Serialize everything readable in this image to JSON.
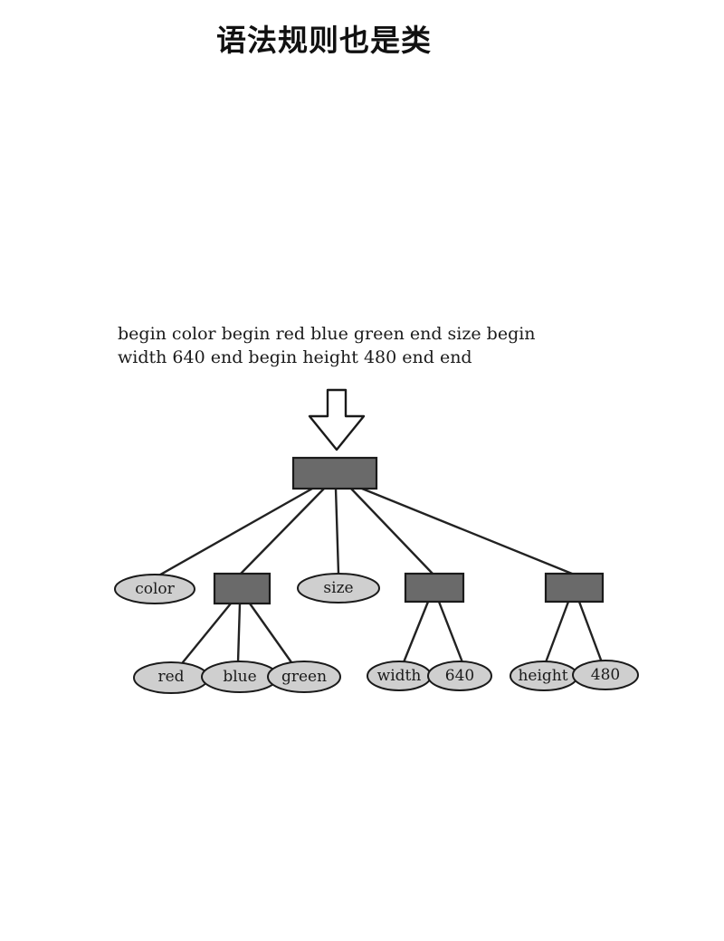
{
  "title": "语法规则也是类",
  "source_text": {
    "line1": "begin color begin red blue green end size begin",
    "line2": "width 640 end begin height 480 end end"
  },
  "tree": {
    "root": "box",
    "children": [
      {
        "kind": "ellipse",
        "label": "color"
      },
      {
        "kind": "box",
        "children": [
          {
            "kind": "ellipse",
            "label": "red"
          },
          {
            "kind": "ellipse",
            "label": "blue"
          },
          {
            "kind": "ellipse",
            "label": "green"
          }
        ]
      },
      {
        "kind": "ellipse",
        "label": "size"
      },
      {
        "kind": "box",
        "children": [
          {
            "kind": "ellipse",
            "label": "width"
          },
          {
            "kind": "ellipse",
            "label": "640"
          }
        ]
      },
      {
        "kind": "box",
        "children": [
          {
            "kind": "ellipse",
            "label": "height"
          },
          {
            "kind": "ellipse",
            "label": "480"
          }
        ]
      }
    ]
  }
}
